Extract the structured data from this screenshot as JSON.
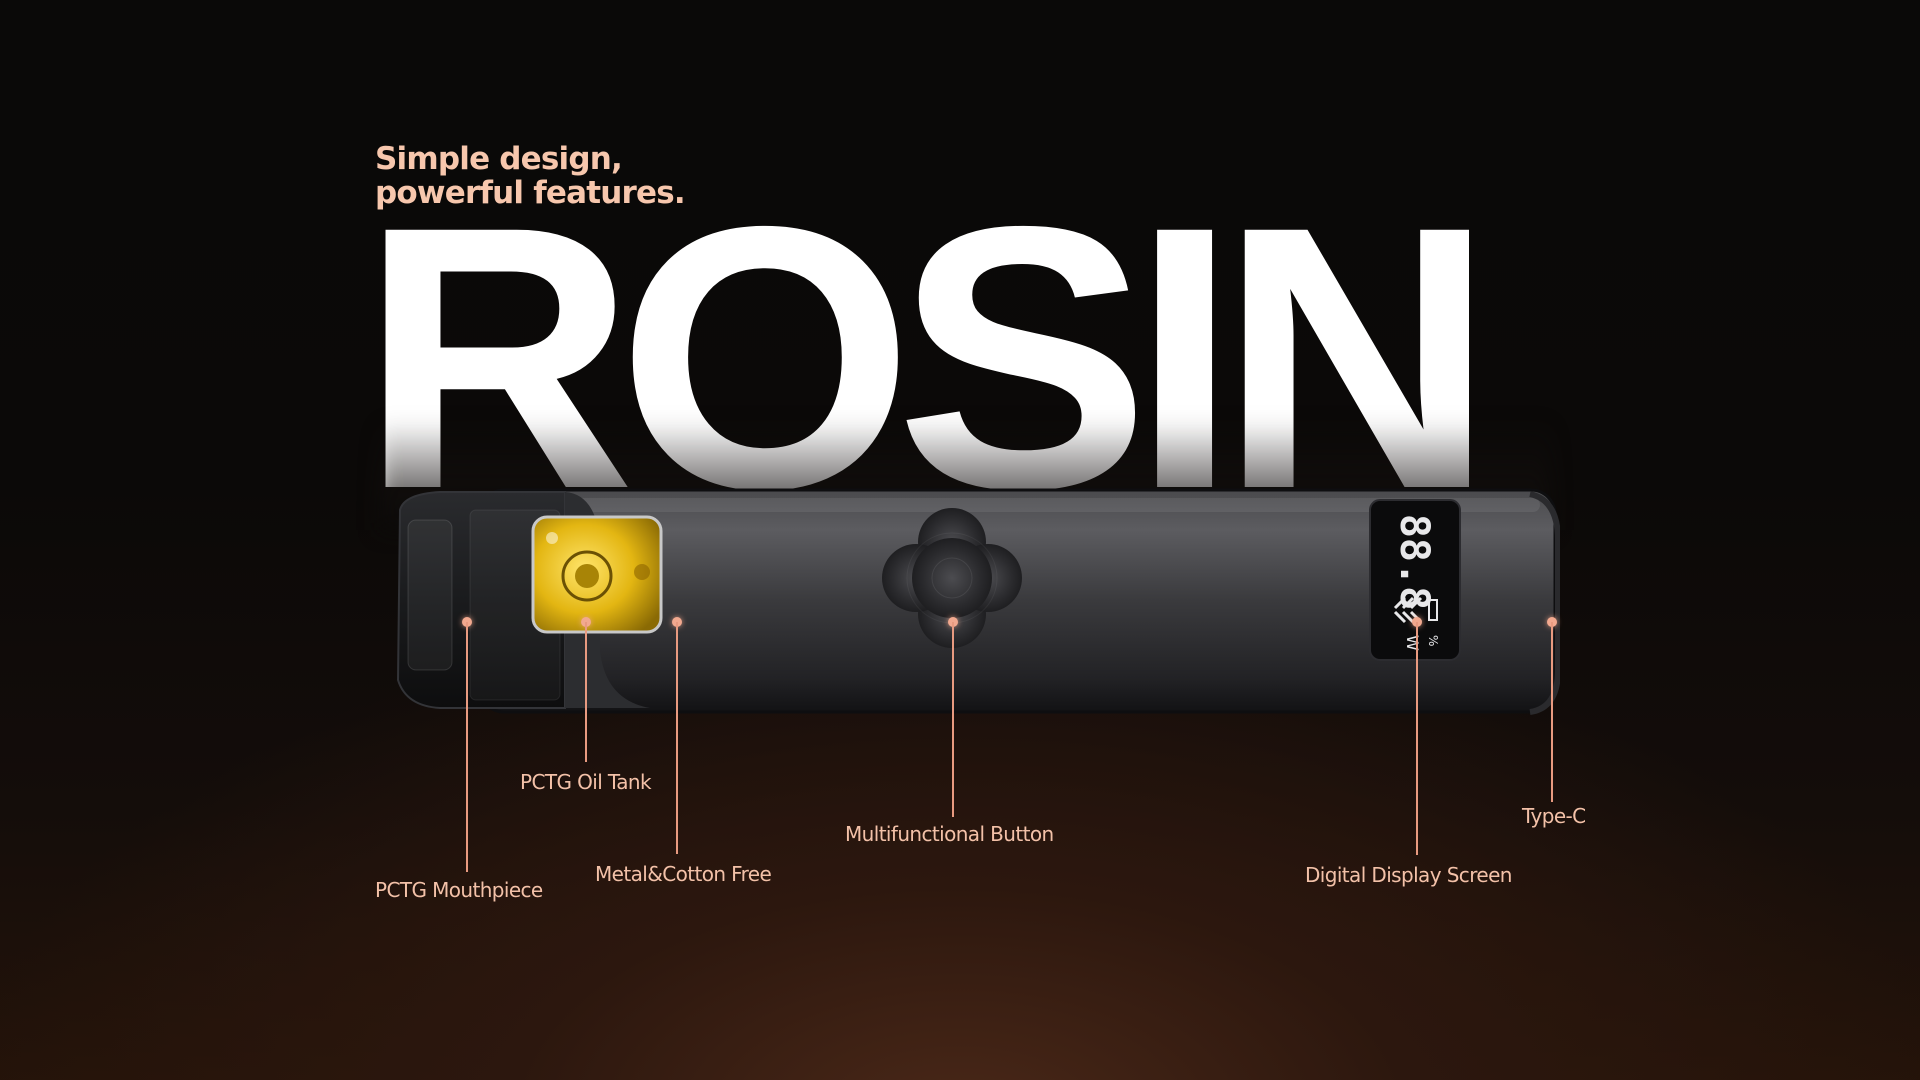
{
  "tagline": {
    "line1": "Simple design,",
    "line2": "powerful features."
  },
  "brand_name": "ROSIN",
  "device_screen": {
    "value": "88.8",
    "unit": "W",
    "percent_symbol": "%"
  },
  "callouts": [
    {
      "id": "mouthpiece",
      "label": "PCTG Mouthpiece"
    },
    {
      "id": "oil-tank",
      "label": "PCTG Oil Tank"
    },
    {
      "id": "metal-cotton-free",
      "label": "Metal&Cotton Free"
    },
    {
      "id": "button",
      "label": "Multifunctional Button"
    },
    {
      "id": "display",
      "label": "Digital Display Screen"
    },
    {
      "id": "type-c",
      "label": "Type-C"
    }
  ],
  "colors": {
    "accent": "#f7c7ad",
    "callout_line": "#e89a80",
    "background_dark": "#0a0908",
    "background_warm": "#4a2818"
  }
}
